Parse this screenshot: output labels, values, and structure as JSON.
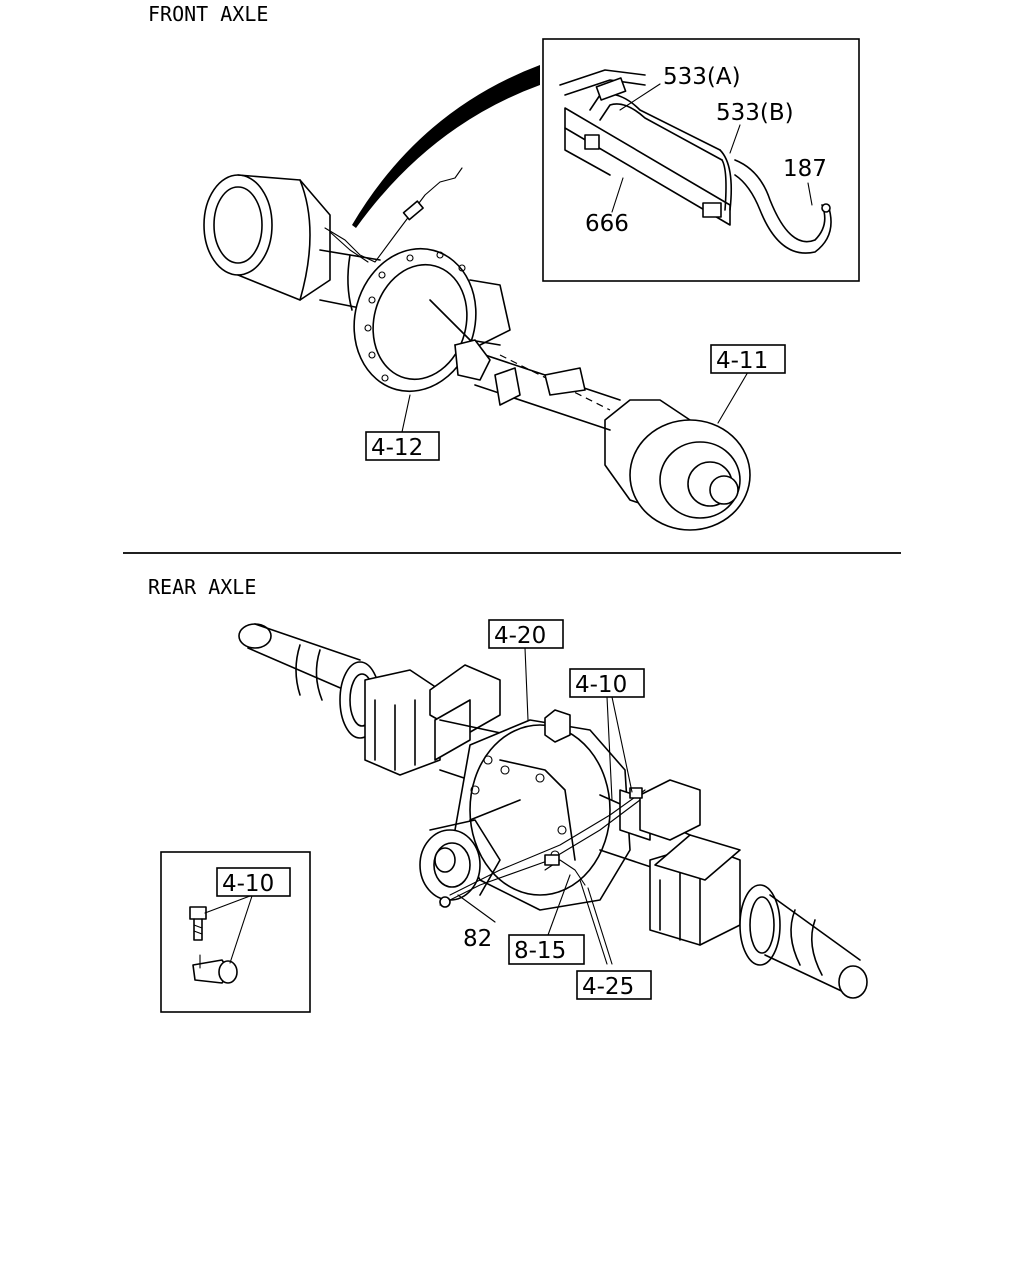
{
  "front": {
    "title": "FRONT  AXLE",
    "refs": {
      "r411": "4-11",
      "r412": "4-12"
    },
    "parts": {
      "p533a": "533(A)",
      "p533b": "533(B)",
      "p187": "187",
      "p666": "666"
    }
  },
  "rear": {
    "title": "REAR  AXLE",
    "refs": {
      "r420": "4-20",
      "r410": "4-10",
      "r815": "8-15",
      "r425": "4-25",
      "r410_detail": "4-10"
    },
    "parts": {
      "p82": "82"
    }
  }
}
